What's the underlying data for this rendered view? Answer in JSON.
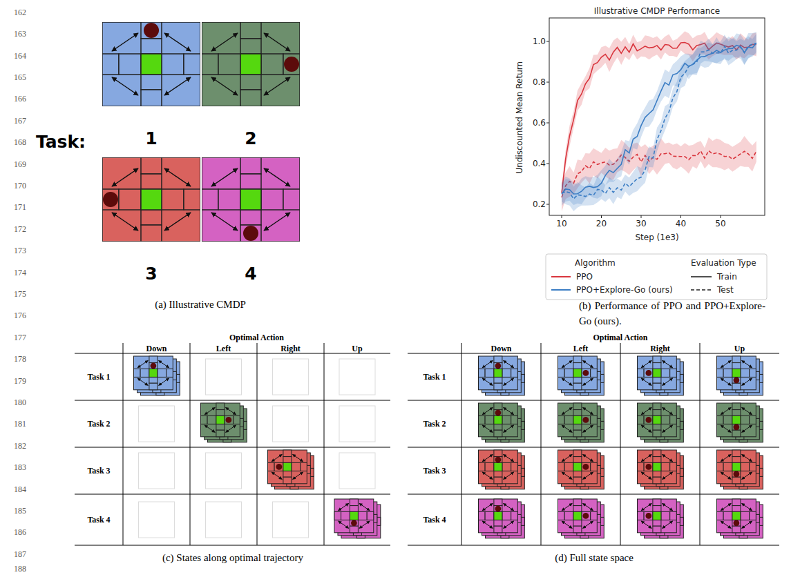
{
  "diagram": {
    "nodes": [
      {
        "text": [
          "1"
        ]
      },
      {
        "text": [
          "2"
        ]
      },
      {
        "text": [
          "3"
        ]
      },
      {
        "text": [
          "4"
        ]
      }
    ],
    "labels": [
      "162",
      "163",
      "164",
      "165",
      "166",
      "167",
      "168",
      "169",
      "170",
      "171",
      "172",
      "173",
      "174",
      "175",
      "176",
      "177",
      "178",
      "179",
      "180",
      "181",
      "182",
      "183",
      "184",
      "185",
      "186",
      "187",
      "188",
      "Task:",
      "(a) Illustrative CMDP",
      "Illustrative CMDP Performance",
      "Undiscounted Mean Return",
      "0.2",
      "0.4",
      "0.6",
      "0.8",
      "1.0",
      "10",
      "20",
      "30",
      "40",
      "50",
      "Step (1e3)",
      "Algorithm",
      "Evaluation Type",
      "(b) Performance of PPO and PPO+Explore-Go (ours).",
      "Optimal Action",
      "Down",
      "Left",
      "Right",
      "Up",
      "Task 1",
      "Task 2",
      "Task 3",
      "Task 4",
      "(c) States along optimal trajectory",
      "Optimal Action",
      "Down",
      "Left",
      "Right",
      "Up",
      "Task 1",
      "Task 2",
      "Task 3",
      "Task 4",
      "(d) Full state space"
    ],
    "legend": [
      {
        "text": "PPO",
        "color": "#d9363e"
      },
      {
        "text": "PPO+Explore-Go (ours)",
        "color": "#3b7dc4"
      },
      {
        "text": "Train"
      },
      {
        "text": "Test"
      }
    ]
  }
}
